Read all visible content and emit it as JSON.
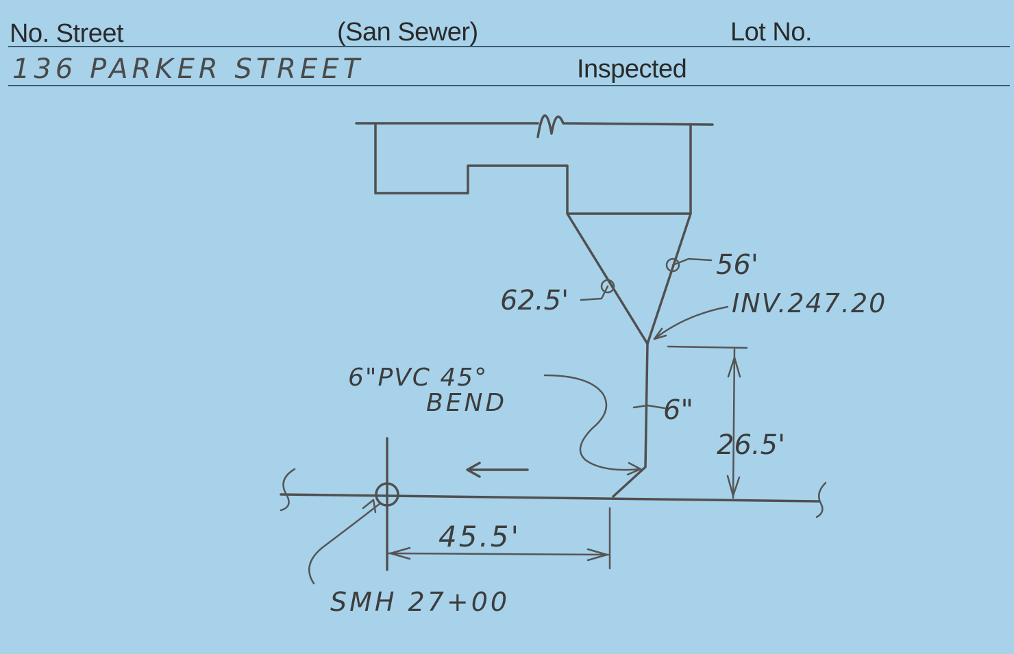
{
  "header": {
    "street_label": "No. Street",
    "type_label": "(San Sewer)",
    "lot_label": "Lot No.",
    "address": "136 PARKER STREET",
    "inspected_label": "Inspected"
  },
  "annotations": {
    "dim_56": "56'",
    "dim_625": "62.5'",
    "invert": "INV.247.20",
    "bend_line1": "6\"PVC 45°",
    "bend_line2": "BEND",
    "pipe_size": "6\"",
    "dim_265": "26.5'",
    "dim_455": "45.5'",
    "manhole": "SMH 27+00"
  },
  "colors": {
    "card": "#a7d2ea",
    "ink": "#505050"
  }
}
